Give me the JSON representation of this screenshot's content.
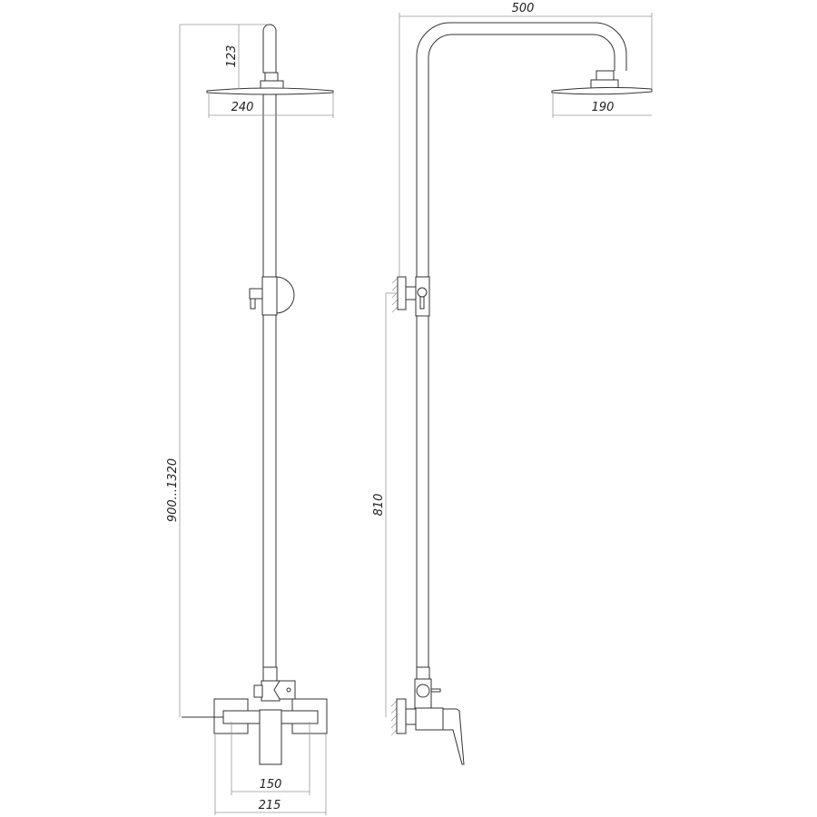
{
  "dimensions": {
    "left_view": {
      "arm_height": "123",
      "head_diameter": "240",
      "total_height": "900...1320",
      "inlet_spacing": "150",
      "mixer_width": "215"
    },
    "right_view": {
      "arm_reach": "500",
      "head_diameter": "190",
      "mount_height": "810"
    }
  },
  "colors": {
    "line": "#333333",
    "dimension_line": "#999999",
    "background": "#ffffff"
  }
}
